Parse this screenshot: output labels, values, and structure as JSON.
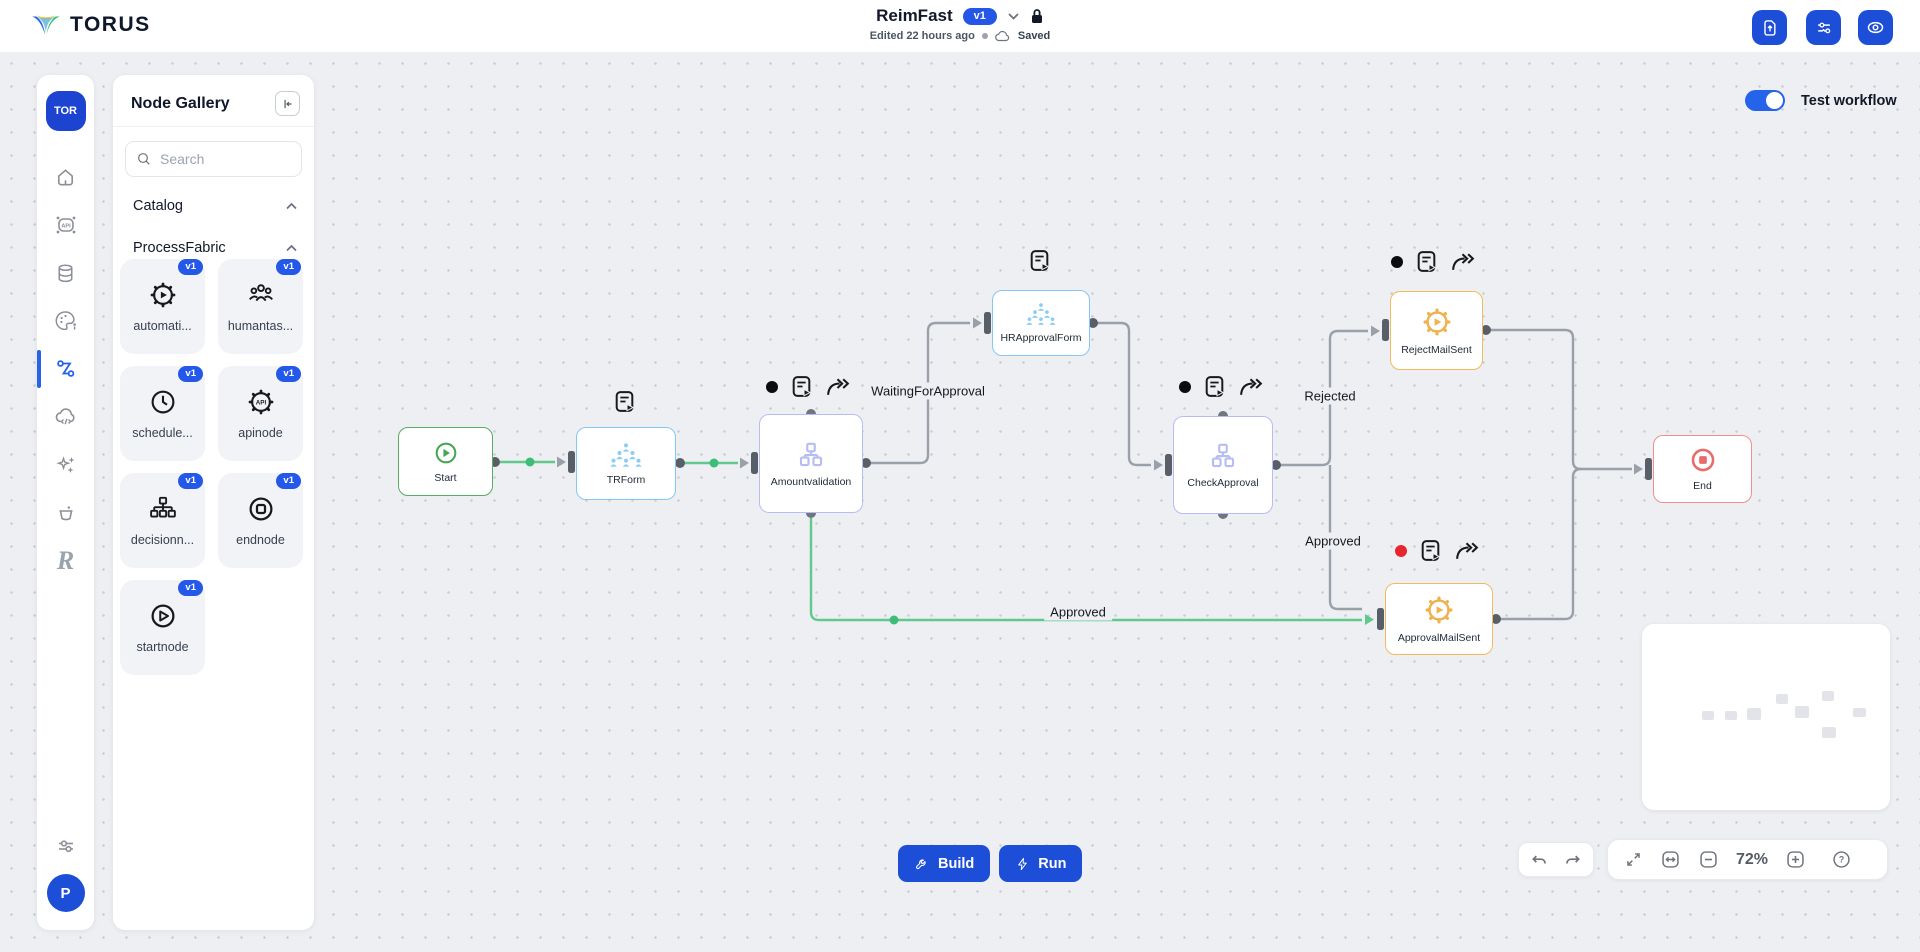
{
  "header": {
    "brand": "TORUS",
    "title": "ReimFast",
    "version": "v1",
    "edited": "Edited 22 hours ago",
    "saved": "Saved"
  },
  "rail": {
    "logo": "TOR",
    "avatar": "P"
  },
  "gallery": {
    "title": "Node Gallery",
    "search_placeholder": "Search",
    "sections": {
      "catalog": "Catalog",
      "processfabric": "ProcessFabric"
    },
    "items": [
      {
        "label": "automati...",
        "version": "v1",
        "icon": "automation-node-icon"
      },
      {
        "label": "humantas...",
        "version": "v1",
        "icon": "human-task-node-icon"
      },
      {
        "label": "schedule...",
        "version": "v1",
        "icon": "schedule-node-icon"
      },
      {
        "label": "apinode",
        "version": "v1",
        "icon": "api-node-icon"
      },
      {
        "label": "decisionn...",
        "version": "v1",
        "icon": "decision-node-icon"
      },
      {
        "label": "endnode",
        "version": "v1",
        "icon": "end-node-icon"
      },
      {
        "label": "startnode",
        "version": "v1",
        "icon": "start-node-icon"
      }
    ]
  },
  "canvas": {
    "test_workflow": "Test workflow",
    "nodes": [
      {
        "label": "Start",
        "type": "start",
        "accent": "#57ad63"
      },
      {
        "label": "TRForm",
        "type": "human-task",
        "accent": "#84c7f5"
      },
      {
        "label": "Amountvalidation",
        "type": "decision",
        "accent": "#b7bdf2"
      },
      {
        "label": "HRApprovalForm",
        "type": "human-task",
        "accent": "#84c7f5"
      },
      {
        "label": "CheckApproval",
        "type": "decision",
        "accent": "#b7bdf2"
      },
      {
        "label": "RejectMailSent",
        "type": "automation",
        "accent": "#f3ba5e"
      },
      {
        "label": "ApprovalMailSent",
        "type": "automation",
        "accent": "#f3ba5e"
      },
      {
        "label": "End",
        "type": "end",
        "accent": "#ee9090"
      }
    ],
    "edge_labels": {
      "waiting": "WaitingForApproval",
      "rejected": "Rejected",
      "approved_branch": "Approved",
      "approved_path": "Approved"
    },
    "edge_colors": {
      "default": "#9aa0a9",
      "success": "#62c98d"
    }
  },
  "footer": {
    "build": "Build",
    "run": "Run",
    "zoom": "72%"
  }
}
